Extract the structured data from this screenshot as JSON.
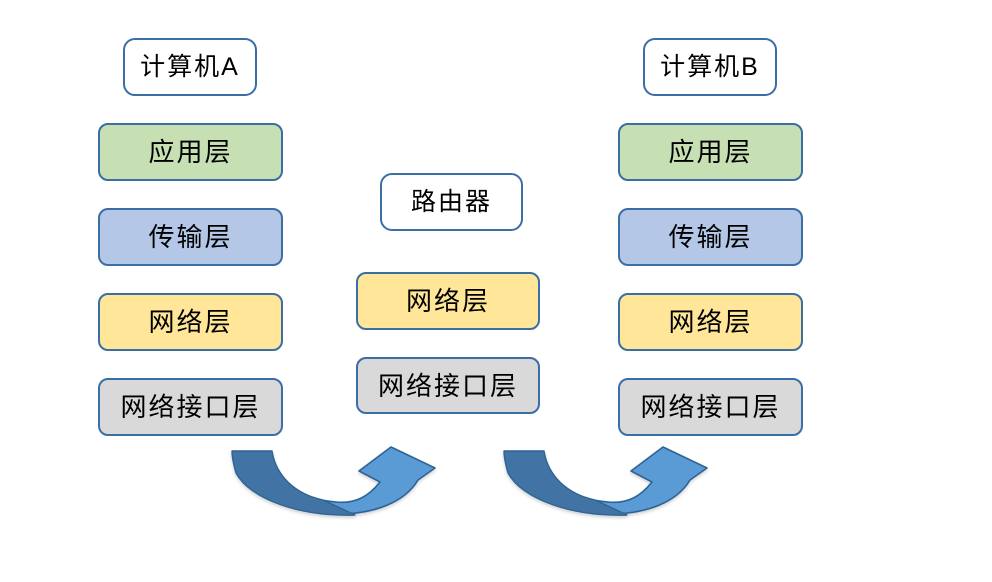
{
  "colors": {
    "bg": "#ffffff",
    "text": "#000000",
    "border": "#3a6ea5",
    "green": "#c6e0b4",
    "blue": "#b4c7e7",
    "yellow": "#ffe699",
    "gray": "#d9d9d9",
    "arrow_dark": "#4173a5",
    "arrow_light": "#5b9bd5",
    "arrow_stroke": "#2e6495"
  },
  "diagram": {
    "computer_a": {
      "title": "计算机A",
      "layers": [
        {
          "label": "应用层",
          "color_key": "green"
        },
        {
          "label": "传输层",
          "color_key": "blue"
        },
        {
          "label": "网络层",
          "color_key": "yellow"
        },
        {
          "label": "网络接口层",
          "color_key": "gray"
        }
      ]
    },
    "router": {
      "title": "路由器",
      "layers": [
        {
          "label": "网络层",
          "color_key": "yellow"
        },
        {
          "label": "网络接口层",
          "color_key": "gray"
        }
      ]
    },
    "computer_b": {
      "title": "计算机B",
      "layers": [
        {
          "label": "应用层",
          "color_key": "green"
        },
        {
          "label": "传输层",
          "color_key": "blue"
        },
        {
          "label": "网络层",
          "color_key": "yellow"
        },
        {
          "label": "网络接口层",
          "color_key": "gray"
        }
      ]
    },
    "arrows": [
      {
        "name": "curved-arrow-computer-a-to-router",
        "direction": "up-right"
      },
      {
        "name": "curved-arrow-router-to-computer-b",
        "direction": "up-right"
      }
    ]
  }
}
